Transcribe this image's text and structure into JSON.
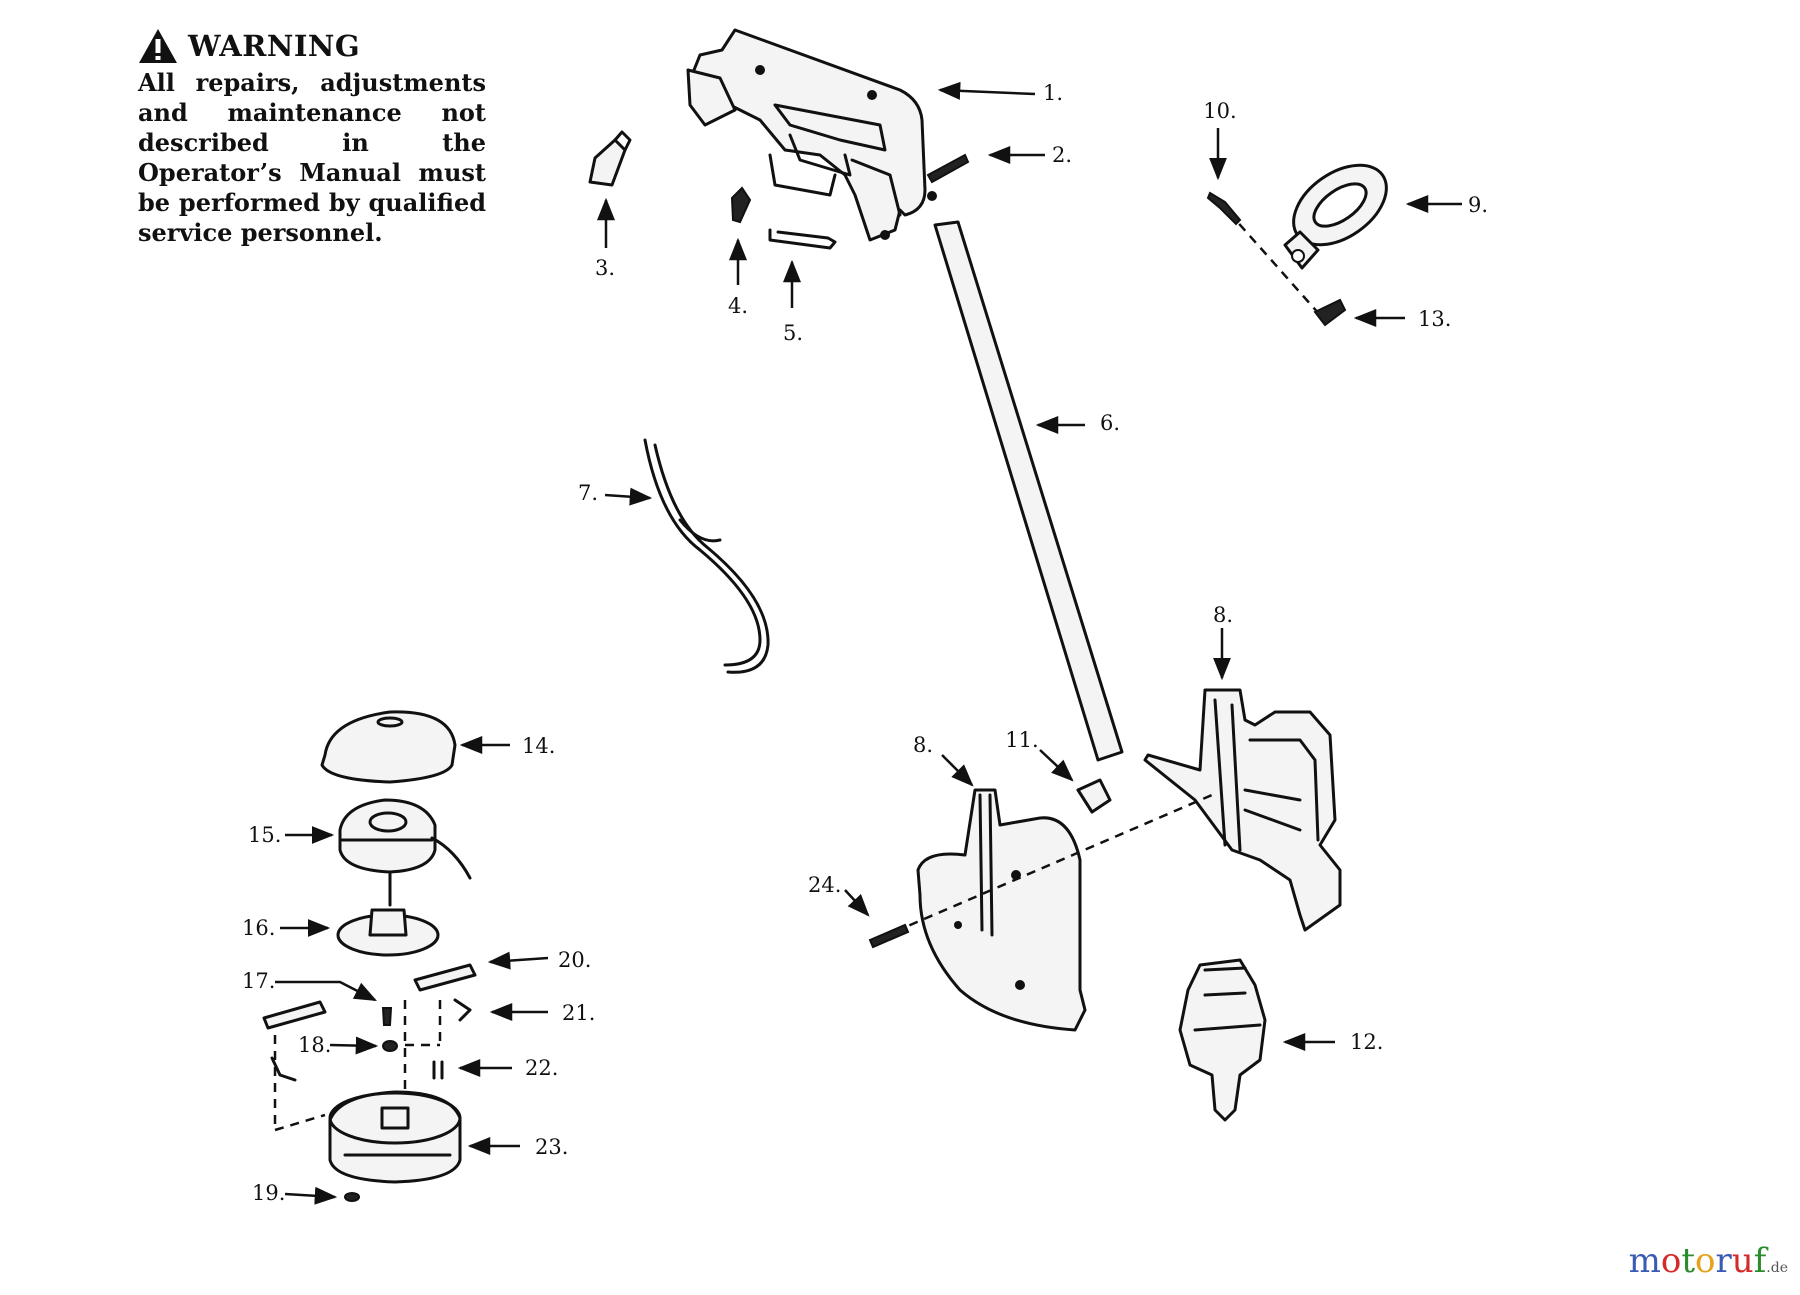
{
  "warning": {
    "title": "WARNING",
    "text": "All repairs, adjustments and maintenance not described in the Operator’s Manual must be performed by qualified service personnel.",
    "icon": "warning-triangle-icon"
  },
  "callouts": [
    "1.",
    "2.",
    "3.",
    "4.",
    "5.",
    "6.",
    "7.",
    "8.",
    "8.",
    "9.",
    "10.",
    "11.",
    "12.",
    "13.",
    "14.",
    "15.",
    "16.",
    "17.",
    "18.",
    "19.",
    "20.",
    "21.",
    "22.",
    "23.",
    "24."
  ],
  "watermark": {
    "name": "motoruf",
    "suffix": ".de"
  }
}
